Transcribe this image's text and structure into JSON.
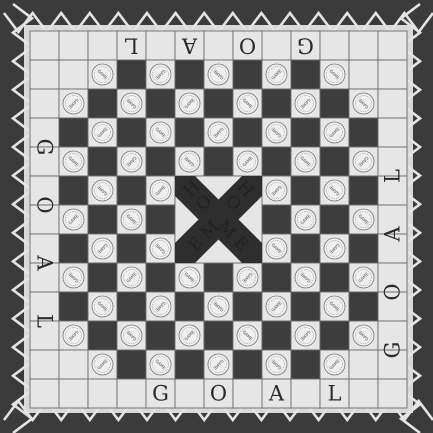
{
  "board": {
    "grid_size": 13,
    "goal_word": [
      "G",
      "O",
      "A",
      "L"
    ],
    "home_word": [
      "H",
      "O",
      "M",
      "E"
    ],
    "piece_label": "GAME",
    "colors": {
      "background": "#d9d9d9",
      "border_dark": "#3b3b3b",
      "square_light": "#e6e6e6",
      "square_dark": "#3d3d3d",
      "grid_line": "#6a6a6a",
      "piece_fill": "#efefef",
      "piece_stroke": "#777777",
      "home_fill": "#2e2e2e",
      "home_letter": "#222222"
    }
  }
}
